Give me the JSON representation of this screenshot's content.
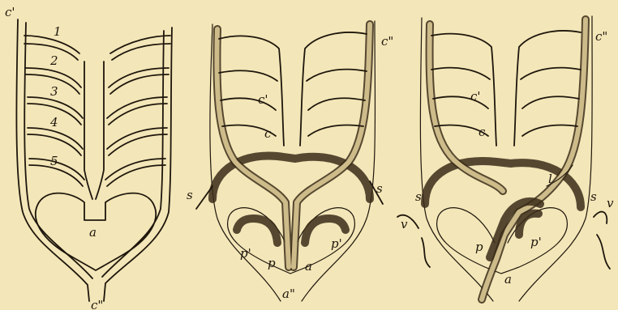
{
  "figure_left": {
    "labels": {
      "c_prime": "c'",
      "arch_1": "1",
      "arch_2": "2",
      "arch_3": "3",
      "arch_4": "4",
      "arch_5": "5",
      "a": "a",
      "c_double_prime": "c\""
    }
  },
  "figure_middle": {
    "labels": {
      "c_double_prime": "c\"",
      "c_prime": "c'",
      "c": "c",
      "s_left": "s",
      "s_right": "s",
      "p_prime_left": "p'",
      "p_prime_right": "p'",
      "p": "p",
      "a": "a",
      "a_double_prime": "a\""
    }
  },
  "figure_right": {
    "labels": {
      "c_double_prime": "c\"",
      "c_prime": "c'",
      "c": "c",
      "l": "l",
      "s_left": "s",
      "s_right": "s",
      "v_left": "v",
      "v_right": "v",
      "p": "p",
      "p_prime": "p'",
      "a": "a"
    }
  }
}
